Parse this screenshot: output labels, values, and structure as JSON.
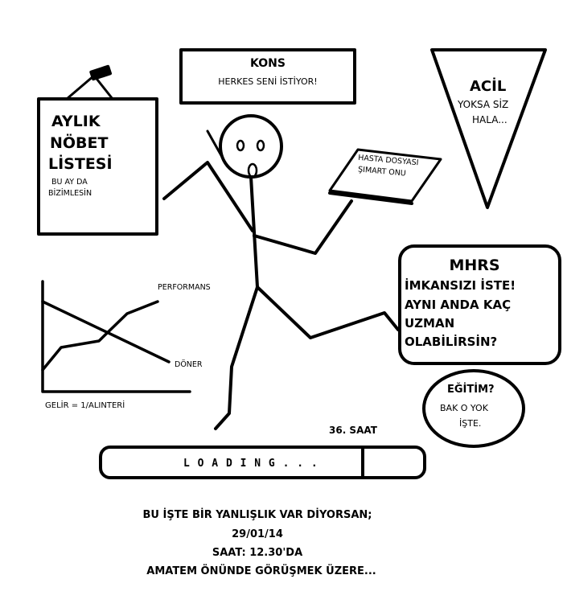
{
  "kons": {
    "title": "KONS",
    "subtitle": "HERKES SENİ İSTİYOR!"
  },
  "acil": {
    "title": "ACİL",
    "line1": "YOKSA SİZ",
    "line2": "HALA..."
  },
  "nobet": {
    "line1": "AYLIK",
    "line2": "NÖBET",
    "line3": "LİSTESİ",
    "line4": "BU AY DA",
    "line5": "BİZİMLESİN"
  },
  "dosya": {
    "line1": "HASTA DOSYASI",
    "line2": "ŞIMART ONU"
  },
  "mhrs": {
    "title": "MHRS",
    "line1": "İMKANSIZI İSTE!",
    "line2": "AYNI ANDA KAÇ",
    "line3": "UZMAN",
    "line4": "OLABİLİRSİN?"
  },
  "egitim": {
    "line1": "EĞİTİM?",
    "line2": "BAK O YOK",
    "line3": "İŞTE."
  },
  "graph": {
    "performans": "PERFORMANS",
    "doner": "DÖNER",
    "gelir": "GELİR = 1/ALINTERİ"
  },
  "loading": {
    "hours": "36. SAAT",
    "text": "L O A D I N G . . ."
  },
  "footer": {
    "line1": "BU İŞTE BİR YANLIŞLIK VAR DİYORSAN;",
    "line2": "29/01/14",
    "line3": "SAAT: 12.30'DA",
    "line4": "AMATEM ÖNÜNDE GÖRÜŞMEK ÜZERE..."
  }
}
